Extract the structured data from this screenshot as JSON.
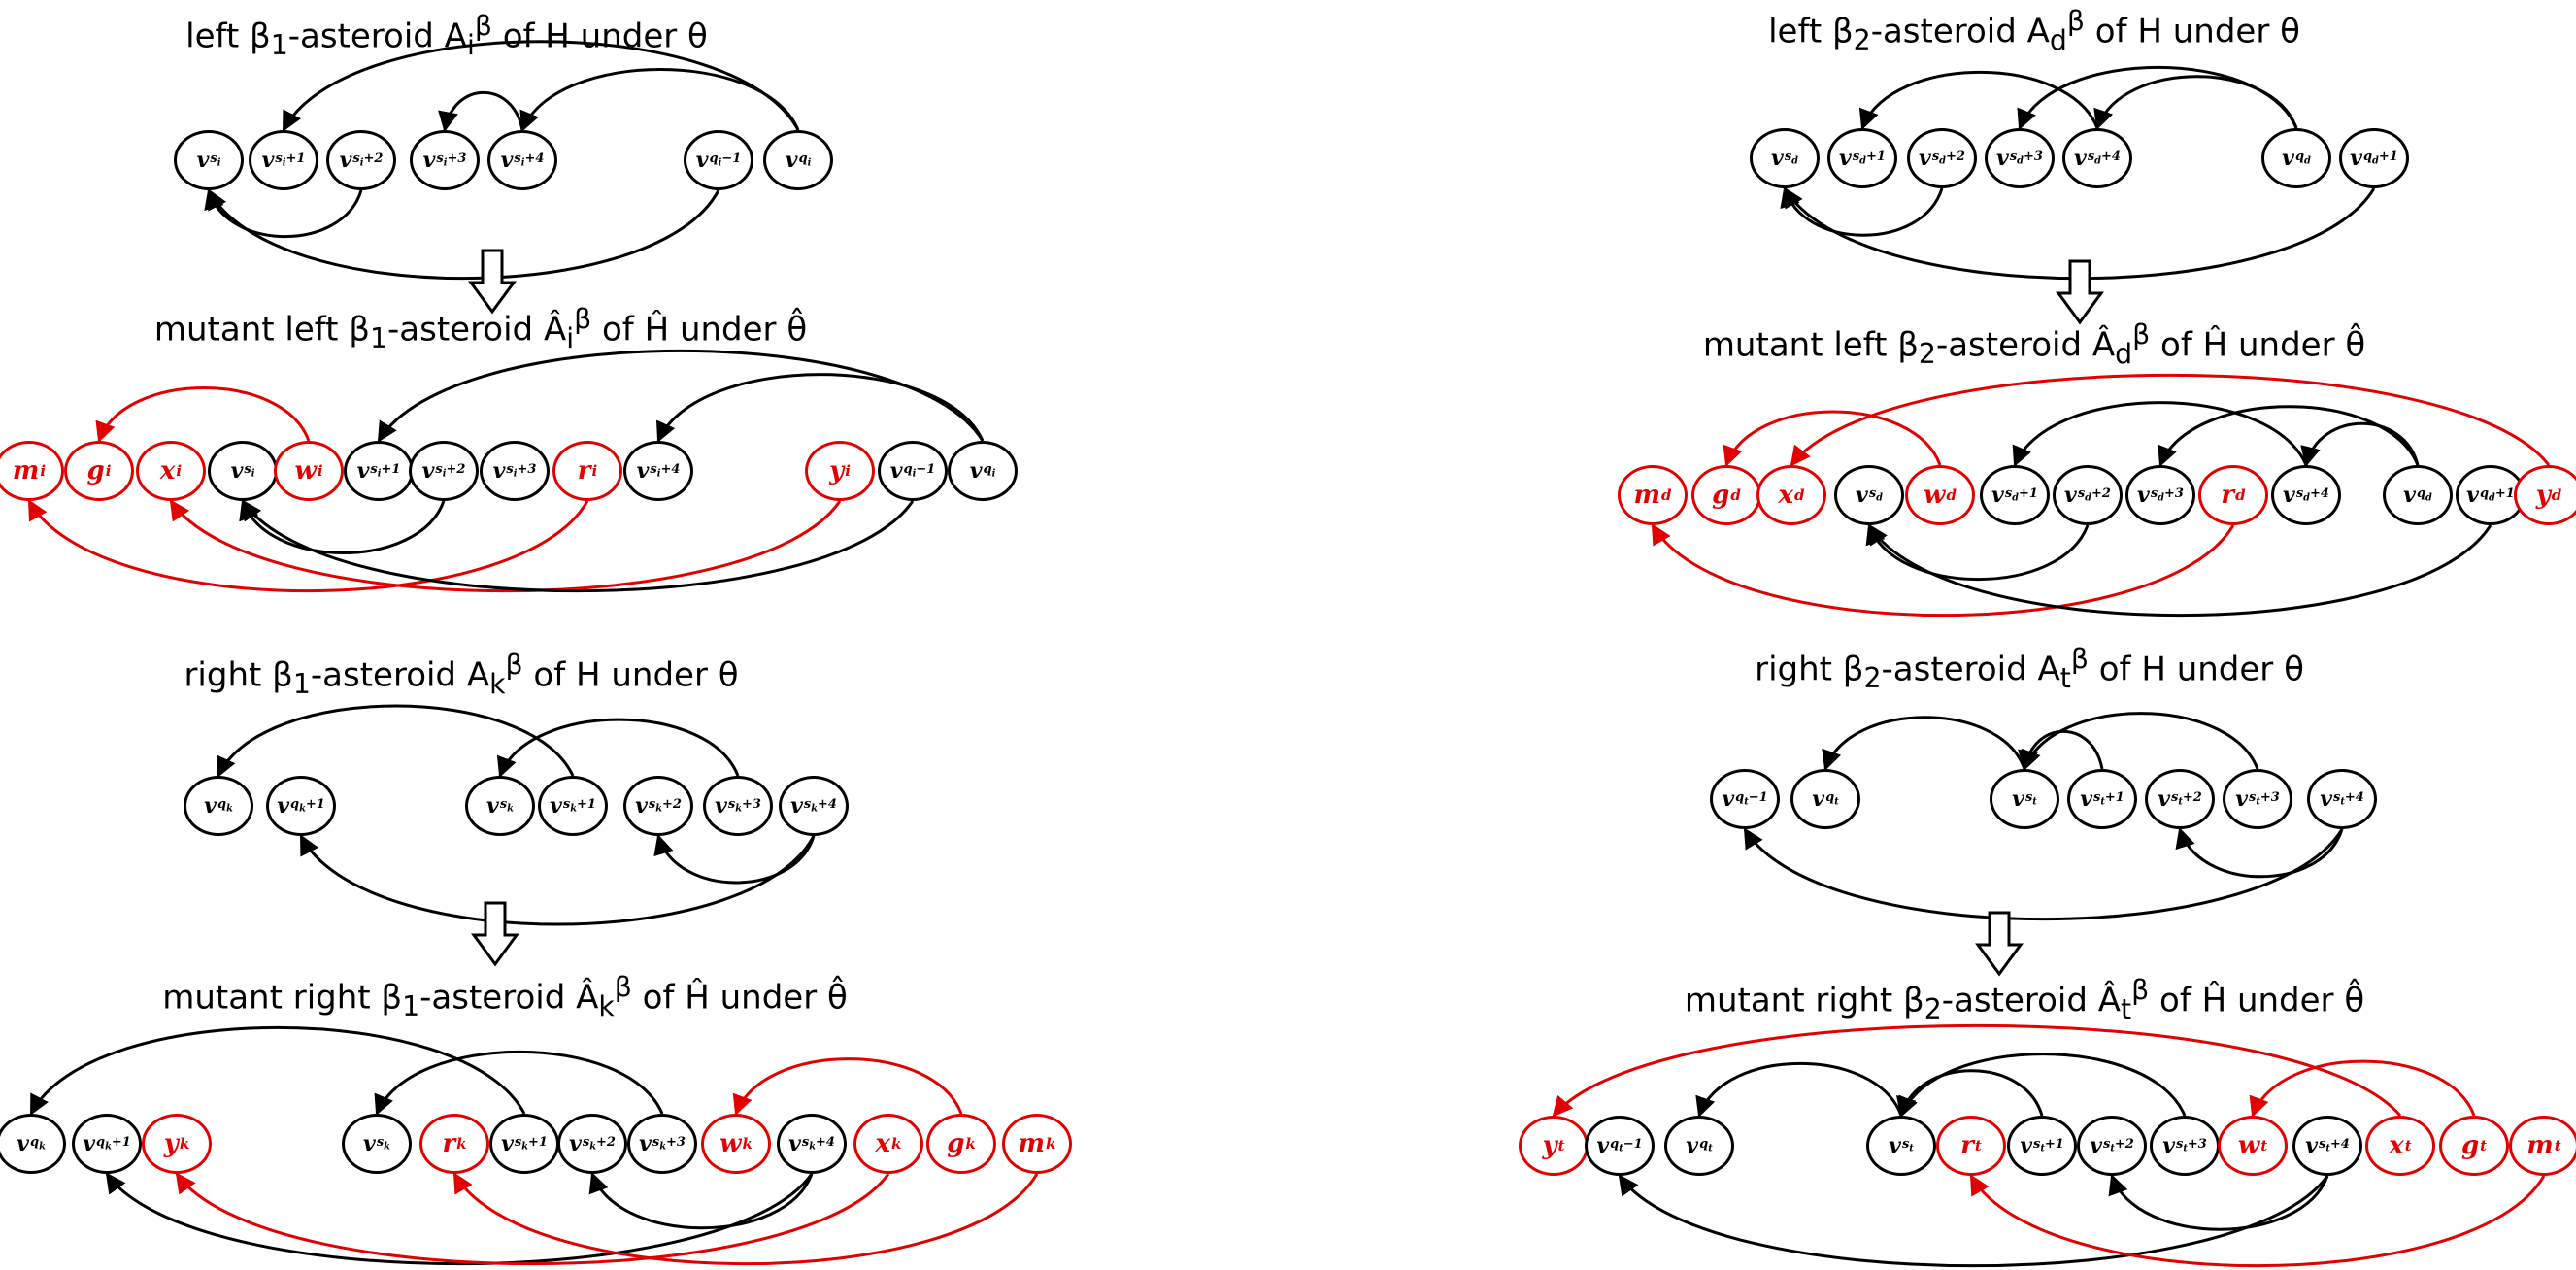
{
  "colors": {
    "black": "#000000",
    "red": "#e30000"
  },
  "panels": [
    {
      "id": "p1",
      "title": "left β1-asteroid A_i^β of H under θ",
      "nodes": [
        {
          "id": "vs",
          "label": "v",
          "sub": "s_i",
          "red": false
        },
        {
          "id": "vs1",
          "label": "v",
          "sub": "s_i+1",
          "red": false
        },
        {
          "id": "vs2",
          "label": "v",
          "sub": "s_i+2",
          "red": false
        },
        {
          "id": "vs3",
          "label": "v",
          "sub": "s_i+3",
          "red": false
        },
        {
          "id": "vs4",
          "label": "v",
          "sub": "s_i+4",
          "red": false
        },
        {
          "id": "vq1",
          "label": "v",
          "sub": "q_i−1",
          "red": false
        },
        {
          "id": "vq",
          "label": "v",
          "sub": "q_i",
          "red": false
        }
      ],
      "edges": [
        {
          "from": "vq",
          "to": "vs1",
          "side": "top",
          "red": false
        },
        {
          "from": "vq",
          "to": "vs4",
          "side": "top",
          "red": false
        },
        {
          "from": "vs4",
          "to": "vs3",
          "side": "top",
          "red": false
        },
        {
          "from": "vs2",
          "to": "vs",
          "side": "bottom",
          "red": false
        },
        {
          "from": "vq1",
          "to": "vs",
          "side": "bottom",
          "red": false
        }
      ]
    },
    {
      "id": "p2",
      "title": "mutant left β1-asteroid Â_i^β of Ĥ under θ̂",
      "nodes": [
        {
          "id": "m",
          "label": "m",
          "sub": "i",
          "red": true
        },
        {
          "id": "g",
          "label": "g",
          "sub": "i",
          "red": true
        },
        {
          "id": "x",
          "label": "x",
          "sub": "i",
          "red": true
        },
        {
          "id": "vs",
          "label": "v",
          "sub": "s_i",
          "red": false
        },
        {
          "id": "w",
          "label": "w",
          "sub": "i",
          "red": true
        },
        {
          "id": "vs1",
          "label": "v",
          "sub": "s_i+1",
          "red": false
        },
        {
          "id": "vs2",
          "label": "v",
          "sub": "s_i+2",
          "red": false
        },
        {
          "id": "vs3",
          "label": "v",
          "sub": "s_i+3",
          "red": false
        },
        {
          "id": "r",
          "label": "r",
          "sub": "i",
          "red": true
        },
        {
          "id": "vs4",
          "label": "v",
          "sub": "s_i+4",
          "red": false
        },
        {
          "id": "y",
          "label": "y",
          "sub": "i",
          "red": true
        },
        {
          "id": "vq1",
          "label": "v",
          "sub": "q_i−1",
          "red": false
        },
        {
          "id": "vq",
          "label": "v",
          "sub": "q_i",
          "red": false
        }
      ],
      "edges": [
        {
          "from": "w",
          "to": "g",
          "side": "top",
          "red": true
        },
        {
          "from": "vq",
          "to": "vs1",
          "side": "top",
          "red": false
        },
        {
          "from": "vq",
          "to": "vs4",
          "side": "top",
          "red": false
        },
        {
          "from": "r",
          "to": "m",
          "side": "bottom",
          "red": true
        },
        {
          "from": "y",
          "to": "x",
          "side": "bottom",
          "red": true
        },
        {
          "from": "vs2",
          "to": "vs",
          "side": "bottom",
          "red": false
        },
        {
          "from": "vq1",
          "to": "vs",
          "side": "bottom",
          "red": false
        }
      ]
    },
    {
      "id": "p3",
      "title": "right β1-asteroid A_k^β of H under θ",
      "nodes": [
        {
          "id": "vq",
          "label": "v",
          "sub": "q_k",
          "red": false
        },
        {
          "id": "vq1",
          "label": "v",
          "sub": "q_k+1",
          "red": false
        },
        {
          "id": "vs",
          "label": "v",
          "sub": "s_k",
          "red": false
        },
        {
          "id": "vs1",
          "label": "v",
          "sub": "s_k+1",
          "red": false
        },
        {
          "id": "vs2",
          "label": "v",
          "sub": "s_k+2",
          "red": false
        },
        {
          "id": "vs3",
          "label": "v",
          "sub": "s_k+3",
          "red": false
        },
        {
          "id": "vs4",
          "label": "v",
          "sub": "s_k+4",
          "red": false
        }
      ],
      "edges": [
        {
          "from": "vs1",
          "to": "vq",
          "side": "top",
          "red": false
        },
        {
          "from": "vs3",
          "to": "vs",
          "side": "top",
          "red": false
        },
        {
          "from": "vs4",
          "to": "vs2",
          "side": "bottom",
          "red": false
        },
        {
          "from": "vs4",
          "to": "vq1",
          "side": "bottom",
          "red": false
        }
      ]
    },
    {
      "id": "p4",
      "title": "mutant right β1-asteroid Â_k^β of Ĥ under θ̂",
      "nodes": [
        {
          "id": "vq",
          "label": "v",
          "sub": "q_k",
          "red": false
        },
        {
          "id": "vq1",
          "label": "v",
          "sub": "q_k+1",
          "red": false
        },
        {
          "id": "y",
          "label": "y",
          "sub": "k",
          "red": true
        },
        {
          "id": "vs",
          "label": "v",
          "sub": "s_k",
          "red": false
        },
        {
          "id": "r",
          "label": "r",
          "sub": "k",
          "red": true
        },
        {
          "id": "vs1",
          "label": "v",
          "sub": "s_k+1",
          "red": false
        },
        {
          "id": "vs2",
          "label": "v",
          "sub": "s_k+2",
          "red": false
        },
        {
          "id": "vs3",
          "label": "v",
          "sub": "s_k+3",
          "red": false
        },
        {
          "id": "w",
          "label": "w",
          "sub": "k",
          "red": true
        },
        {
          "id": "vs4",
          "label": "v",
          "sub": "s_k+4",
          "red": false
        },
        {
          "id": "x",
          "label": "x",
          "sub": "k",
          "red": true
        },
        {
          "id": "g",
          "label": "g",
          "sub": "k",
          "red": true
        },
        {
          "id": "m",
          "label": "m",
          "sub": "k",
          "red": true
        }
      ],
      "edges": [
        {
          "from": "vs1",
          "to": "vq",
          "side": "top",
          "red": false
        },
        {
          "from": "vs3",
          "to": "vs",
          "side": "top",
          "red": false
        },
        {
          "from": "g",
          "to": "w",
          "side": "top",
          "red": true
        },
        {
          "from": "vs4",
          "to": "vs2",
          "side": "bottom",
          "red": false
        },
        {
          "from": "vs4",
          "to": "vq1",
          "side": "bottom",
          "red": false
        },
        {
          "from": "x",
          "to": "y",
          "side": "bottom",
          "red": true
        },
        {
          "from": "m",
          "to": "r",
          "side": "bottom",
          "red": true
        }
      ]
    },
    {
      "id": "p5",
      "title": "left β2-asteroid A_d^β of H under θ",
      "nodes": [
        {
          "id": "vs",
          "label": "v",
          "sub": "s_d",
          "red": false
        },
        {
          "id": "vs1",
          "label": "v",
          "sub": "s_d+1",
          "red": false
        },
        {
          "id": "vs2",
          "label": "v",
          "sub": "s_d+2",
          "red": false
        },
        {
          "id": "vs3",
          "label": "v",
          "sub": "s_d+3",
          "red": false
        },
        {
          "id": "vs4",
          "label": "v",
          "sub": "s_d+4",
          "red": false
        },
        {
          "id": "vq",
          "label": "v",
          "sub": "q_d",
          "red": false
        },
        {
          "id": "vq1",
          "label": "v",
          "sub": "q_d+1",
          "red": false
        }
      ],
      "edges": [
        {
          "from": "vs4",
          "to": "vs1",
          "side": "top",
          "red": false
        },
        {
          "from": "vq",
          "to": "vs3",
          "side": "top",
          "red": false
        },
        {
          "from": "vq",
          "to": "vs4",
          "side": "top",
          "red": false
        },
        {
          "from": "vs2",
          "to": "vs",
          "side": "bottom",
          "red": false
        },
        {
          "from": "vq1",
          "to": "vs",
          "side": "bottom",
          "red": false
        }
      ]
    },
    {
      "id": "p6",
      "title": "mutant left β2-asteroid Â_d^β of Ĥ under θ̂",
      "nodes": [
        {
          "id": "m",
          "label": "m",
          "sub": "d",
          "red": true
        },
        {
          "id": "g",
          "label": "g",
          "sub": "d",
          "red": true
        },
        {
          "id": "x",
          "label": "x",
          "sub": "d",
          "red": true
        },
        {
          "id": "vs",
          "label": "v",
          "sub": "s_d",
          "red": false
        },
        {
          "id": "w",
          "label": "w",
          "sub": "d",
          "red": true
        },
        {
          "id": "vs1",
          "label": "v",
          "sub": "s_d+1",
          "red": false
        },
        {
          "id": "vs2",
          "label": "v",
          "sub": "s_d+2",
          "red": false
        },
        {
          "id": "vs3",
          "label": "v",
          "sub": "s_d+3",
          "red": false
        },
        {
          "id": "r",
          "label": "r",
          "sub": "d",
          "red": true
        },
        {
          "id": "vs4",
          "label": "v",
          "sub": "s_d+4",
          "red": false
        },
        {
          "id": "vq",
          "label": "v",
          "sub": "q_d",
          "red": false
        },
        {
          "id": "vq1",
          "label": "v",
          "sub": "q_d+1",
          "red": false
        },
        {
          "id": "y",
          "label": "y",
          "sub": "d",
          "red": true
        }
      ],
      "edges": [
        {
          "from": "w",
          "to": "g",
          "side": "top",
          "red": true
        },
        {
          "from": "y",
          "to": "x",
          "side": "top",
          "red": true
        },
        {
          "from": "vs4",
          "to": "vs1",
          "side": "top",
          "red": false
        },
        {
          "from": "vq",
          "to": "vs3",
          "side": "top",
          "red": false
        },
        {
          "from": "vq",
          "to": "vs4",
          "side": "top",
          "red": false
        },
        {
          "from": "r",
          "to": "m",
          "side": "bottom",
          "red": true
        },
        {
          "from": "vs2",
          "to": "vs",
          "side": "bottom",
          "red": false
        },
        {
          "from": "vq1",
          "to": "vs",
          "side": "bottom",
          "red": false
        }
      ]
    },
    {
      "id": "p7",
      "title": "right β2-asteroid A_t^β of H under θ",
      "nodes": [
        {
          "id": "vq1",
          "label": "v",
          "sub": "q_t−1",
          "red": false
        },
        {
          "id": "vq",
          "label": "v",
          "sub": "q_t",
          "red": false
        },
        {
          "id": "vs",
          "label": "v",
          "sub": "s_t",
          "red": false
        },
        {
          "id": "vs1",
          "label": "v",
          "sub": "s_t+1",
          "red": false
        },
        {
          "id": "vs2",
          "label": "v",
          "sub": "s_t+2",
          "red": false
        },
        {
          "id": "vs3",
          "label": "v",
          "sub": "s_t+3",
          "red": false
        },
        {
          "id": "vs4",
          "label": "v",
          "sub": "s_t+4",
          "red": false
        }
      ],
      "edges": [
        {
          "from": "vs",
          "to": "vq",
          "side": "top",
          "red": false
        },
        {
          "from": "vs1",
          "to": "vs",
          "side": "top",
          "red": false
        },
        {
          "from": "vs3",
          "to": "vs",
          "side": "top",
          "red": false
        },
        {
          "from": "vs4",
          "to": "vs2",
          "side": "bottom",
          "red": false
        },
        {
          "from": "vs4",
          "to": "vq1",
          "side": "bottom",
          "red": false
        }
      ]
    },
    {
      "id": "p8",
      "title": "mutant right β2-asteroid Â_t^β of Ĥ under θ̂",
      "nodes": [
        {
          "id": "y",
          "label": "y",
          "sub": "t",
          "red": true
        },
        {
          "id": "vq1",
          "label": "v",
          "sub": "q_t−1",
          "red": false
        },
        {
          "id": "vq",
          "label": "v",
          "sub": "q_t",
          "red": false
        },
        {
          "id": "vs",
          "label": "v",
          "sub": "s_t",
          "red": false
        },
        {
          "id": "r",
          "label": "r",
          "sub": "t",
          "red": true
        },
        {
          "id": "vs1",
          "label": "v",
          "sub": "s_t+1",
          "red": false
        },
        {
          "id": "vs2",
          "label": "v",
          "sub": "s_t+2",
          "red": false
        },
        {
          "id": "vs3",
          "label": "v",
          "sub": "s_t+3",
          "red": false
        },
        {
          "id": "w",
          "label": "w",
          "sub": "t",
          "red": true
        },
        {
          "id": "vs4",
          "label": "v",
          "sub": "s_t+4",
          "red": false
        },
        {
          "id": "x",
          "label": "x",
          "sub": "t",
          "red": true
        },
        {
          "id": "g",
          "label": "g",
          "sub": "t",
          "red": true
        },
        {
          "id": "m",
          "label": "m",
          "sub": "t",
          "red": true
        }
      ],
      "edges": [
        {
          "from": "x",
          "to": "y",
          "side": "top",
          "red": true
        },
        {
          "from": "vs",
          "to": "vq",
          "side": "top",
          "red": false
        },
        {
          "from": "vs1",
          "to": "vs",
          "side": "top",
          "red": false
        },
        {
          "from": "vs3",
          "to": "vs",
          "side": "top",
          "red": false
        },
        {
          "from": "g",
          "to": "w",
          "side": "top",
          "red": true
        },
        {
          "from": "vs4",
          "to": "vs2",
          "side": "bottom",
          "red": false
        },
        {
          "from": "vs4",
          "to": "vq1",
          "side": "bottom",
          "red": false
        },
        {
          "from": "m",
          "to": "r",
          "side": "bottom",
          "red": true
        }
      ]
    }
  ]
}
